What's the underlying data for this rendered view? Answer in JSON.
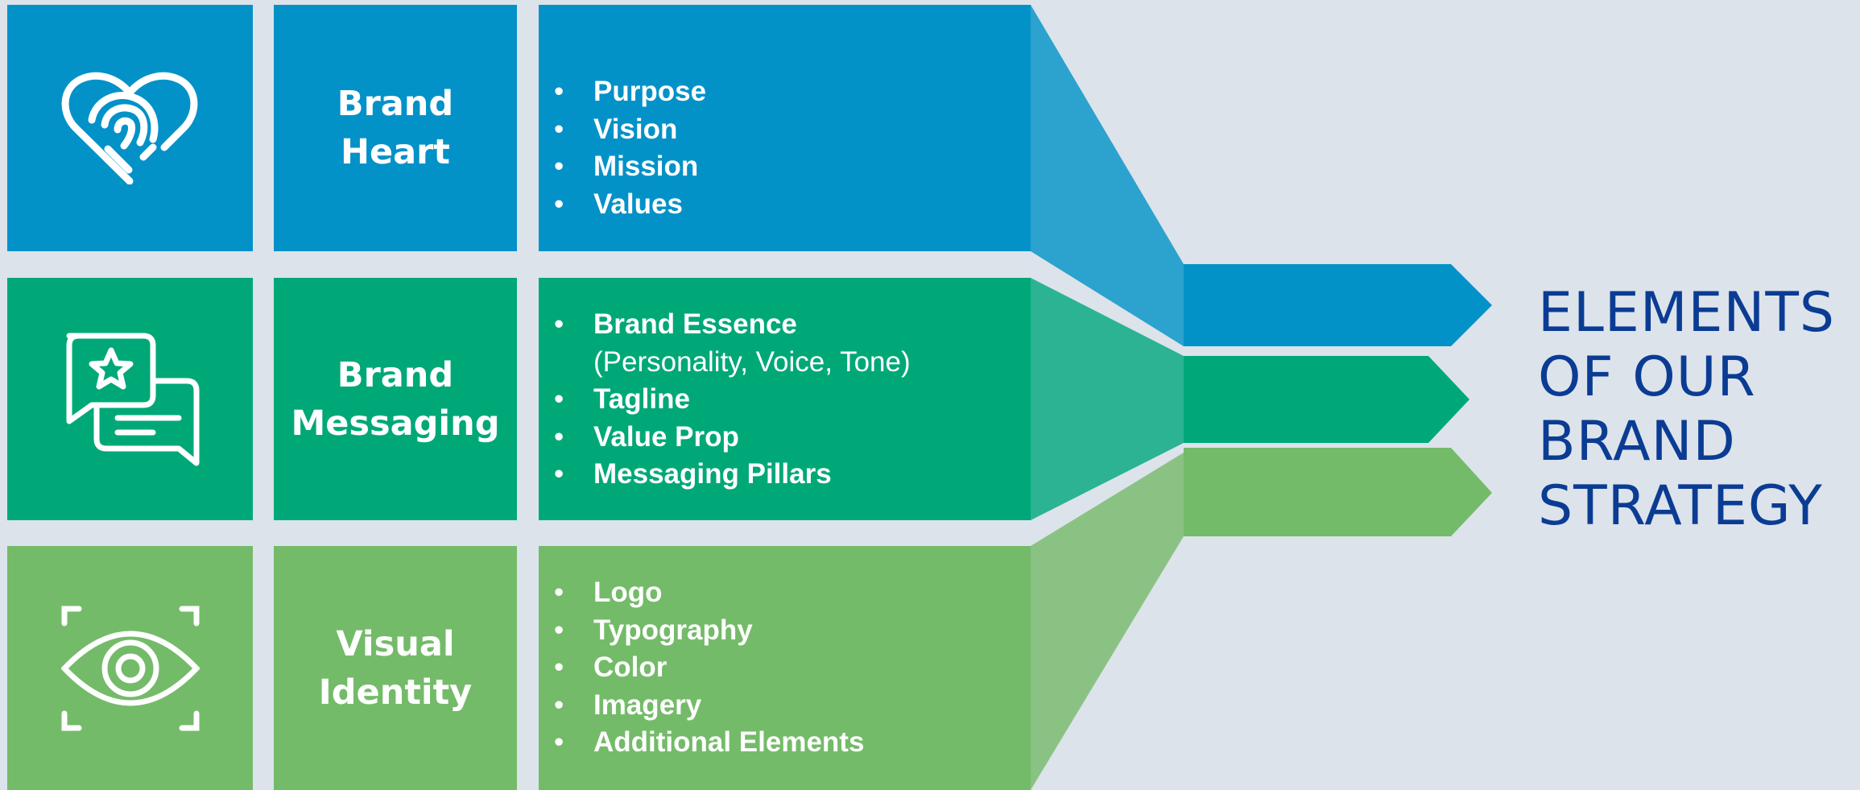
{
  "title_lines": [
    "ELEMENTS",
    "OF OUR",
    "BRAND",
    "STRATEGY"
  ],
  "colors": {
    "background": "#dce3ea",
    "blue": "#0392c8",
    "blue_light": "#2ca2cf",
    "teal": "#00a878",
    "teal_light": "#2bb394",
    "green": "#74bb69",
    "green_light": "#8ac283",
    "title": "#0b3c94"
  },
  "rows": [
    {
      "label": "Brand\nHeart",
      "icon": "fingerprint-heart-icon",
      "items": [
        {
          "text": "Purpose"
        },
        {
          "text": "Vision"
        },
        {
          "text": "Mission"
        },
        {
          "text": "Values"
        }
      ]
    },
    {
      "label": "Brand\nMessaging",
      "icon": "chat-star-icon",
      "items": [
        {
          "text": "Brand Essence",
          "sub": "(Personality, Voice, Tone)"
        },
        {
          "text": "Tagline"
        },
        {
          "text": "Value Prop"
        },
        {
          "text": "Messaging Pillars"
        }
      ]
    },
    {
      "label": "Visual\nIdentity",
      "icon": "eye-focus-icon",
      "items": [
        {
          "text": "Logo"
        },
        {
          "text": "Typography"
        },
        {
          "text": "Color"
        },
        {
          "text": "Imagery"
        },
        {
          "text": "Additional Elements"
        }
      ]
    }
  ]
}
